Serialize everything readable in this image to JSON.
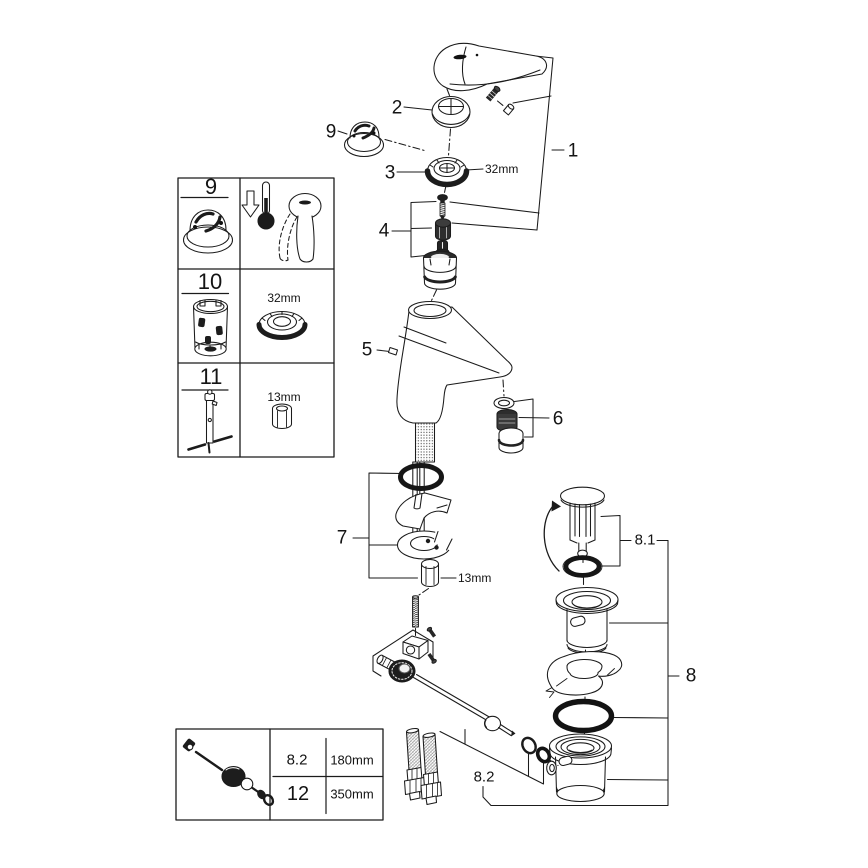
{
  "document": {
    "type": "exploded-parts-diagram",
    "subject": "single-lever basin mixer faucet with pop-up drain"
  },
  "callouts": {
    "c1": "1",
    "c2": "2",
    "c3": "3",
    "c4": "4",
    "c5": "5",
    "c6": "6",
    "c7": "7",
    "c8": "8",
    "c8_1": "8.1",
    "c8_2": "8.2",
    "c9": "9"
  },
  "dimensions": {
    "escutcheon_ring": "32mm",
    "mounting_nut": "13mm"
  },
  "parts_table": {
    "rows": [
      {
        "id": "9",
        "note": ""
      },
      {
        "id": "10",
        "note": "32mm"
      },
      {
        "id": "11",
        "note": "13mm"
      }
    ]
  },
  "length_table": {
    "rows": [
      {
        "id": "8.2",
        "length": "180mm"
      },
      {
        "id": "12",
        "length": "350mm"
      }
    ]
  }
}
